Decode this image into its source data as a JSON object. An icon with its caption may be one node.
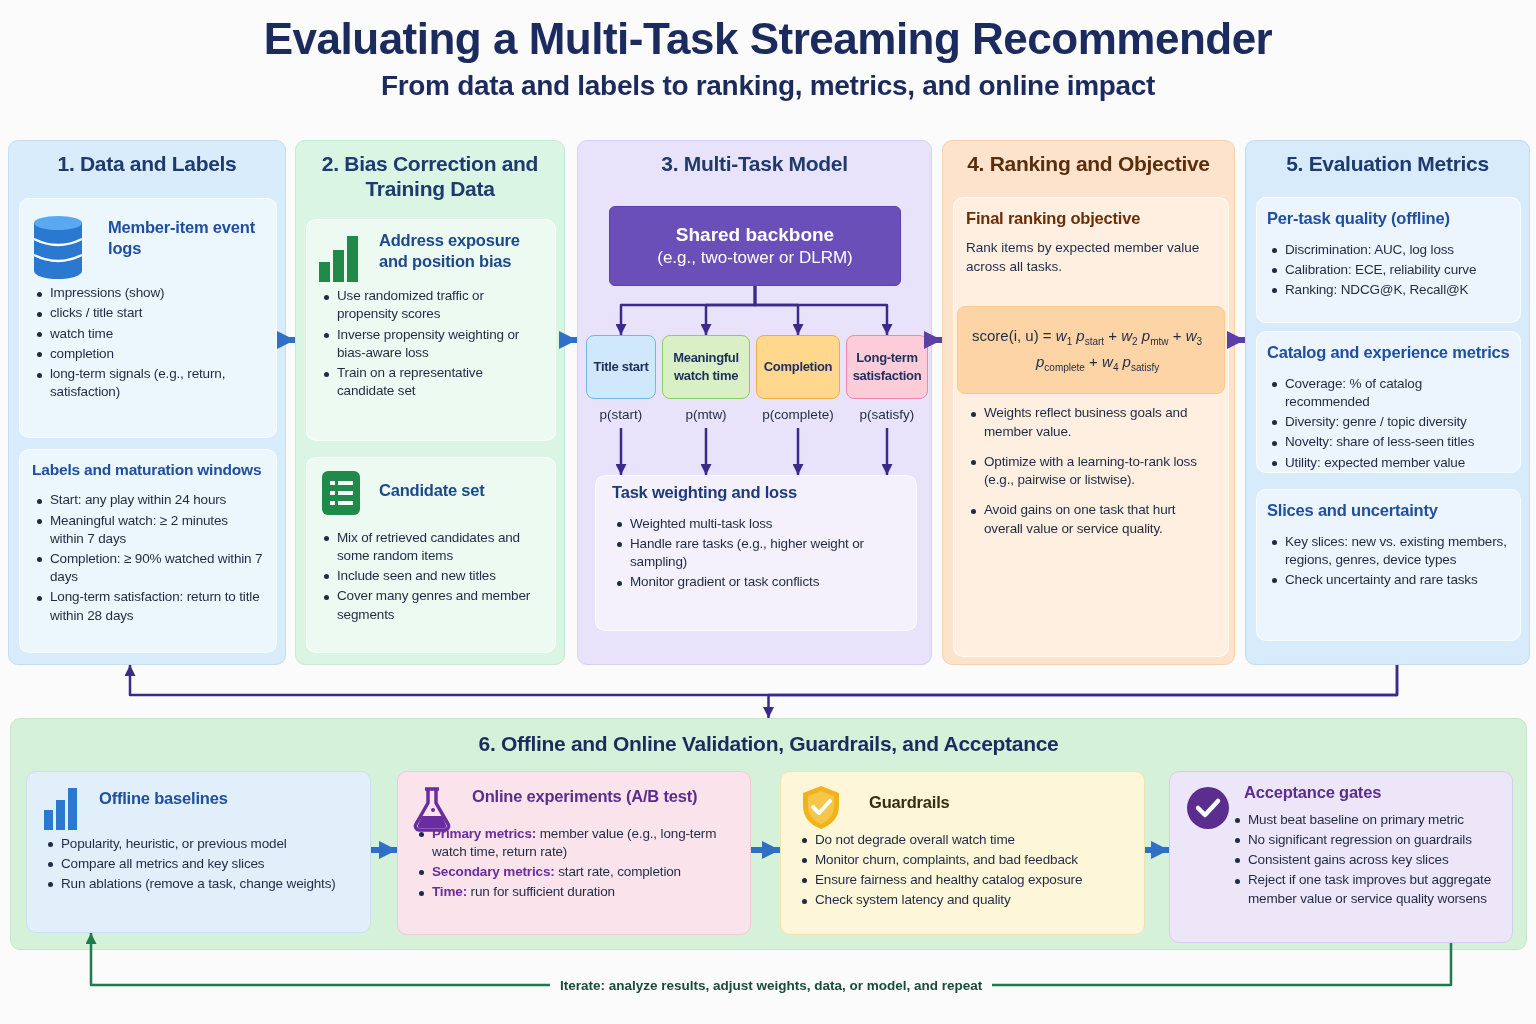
{
  "diagram": {
    "title": "Evaluating a Multi-Task Streaming Recommender",
    "caption": "From data and labels to ranking, metrics, and online impact",
    "nodes": [
      {
        "text": [
          "1. Data and Labels"
        ]
      },
      {
        "text": [
          "Member-item event logs",
          "Impressions (show)",
          "clicks / title start",
          "watch time",
          "completion",
          "long-term signals (e.g., return, satisfaction)"
        ],
        "in": 0
      },
      {
        "text": [
          "Labels and maturation windows",
          "Start: any play within 24 hours",
          "Meaningful watch: ≥ 2 minutes within 7 days",
          "Completion: ≥ 90% watched within 7 days",
          "Long-term satisfaction: return to title within 28 days"
        ],
        "in": 0
      },
      {
        "text": [
          "2. Bias Correction and Training Data"
        ]
      },
      {
        "text": [
          "Address exposure and position bias",
          "Use randomized traffic or propensity scores",
          "Inverse propensity weighting or bias-aware loss",
          "Train on a representative candidate set"
        ],
        "in": 3
      },
      {
        "text": [
          "Candidate set",
          "Mix of retrieved candidates and some random items",
          "Include seen and new titles",
          "Cover many genres and member segments"
        ],
        "in": 3
      },
      {
        "text": [
          "3. Multi-Task Model"
        ]
      },
      {
        "text": [
          "Shared backbone",
          "(e.g., two-tower or DLRM)"
        ],
        "in": 6
      },
      {
        "text": [
          "Title start"
        ],
        "beside": [
          "p(start)"
        ],
        "in": 6
      },
      {
        "text": [
          "Meaningful watch time"
        ],
        "beside": [
          "p(mtw)"
        ],
        "in": 6
      },
      {
        "text": [
          "Completion"
        ],
        "beside": [
          "p(complete)"
        ],
        "in": 6
      },
      {
        "text": [
          "Long-term satisfaction"
        ],
        "beside": [
          "p(satisfy)"
        ],
        "in": 6
      },
      {
        "text": [
          "Task weighting and loss",
          "Weighted multi-task loss",
          "Handle rare tasks (e.g., higher weight or sampling)",
          "Monitor gradient or task conflicts"
        ],
        "in": 6
      },
      {
        "text": [
          "4. Ranking and Objective"
        ]
      },
      {
        "text": [
          "Final ranking objective",
          "Rank items by expected member value across all tasks.",
          "Weights reflect business goals and member value.",
          "Optimize with a learning-to-rank loss (e.g., pairwise or listwise).",
          "Avoid gains on one task that hurt overall value or service quality."
        ],
        "in": 13
      },
      {
        "text": [
          "score(i, u) = *w*$_{1}$ *p*$_{start}$ + *w*$_{2}$ *p*$_{mtw}$ + *w*$_{3}$ *p*$_{complete}$ + *w*$_{4}$ *p*$_{satisfy}$"
        ],
        "in": 14
      },
      {
        "text": [
          "5. Evaluation Metrics"
        ]
      },
      {
        "text": [
          "Per-task quality (offline)",
          "Discrimination: AUC, log loss",
          "Calibration: ECE, reliability curve",
          "Ranking: NDCG@K, Recall@K"
        ],
        "in": 16
      },
      {
        "text": [
          "Catalog and experience metrics",
          "Coverage: % of catalog recommended",
          "Diversity: genre / topic diversity",
          "Novelty: share of less-seen titles",
          "Utility: expected member value"
        ],
        "in": 16
      },
      {
        "text": [
          "Slices and uncertainty",
          "Key slices: new vs. existing members, regions, genres, device types",
          "Check uncertainty and rare tasks"
        ],
        "in": 16
      },
      {
        "text": [
          "6. Offline and Online Validation, Guardrails, and Acceptance"
        ]
      },
      {
        "text": [
          "Offline baselines",
          "Popularity, heuristic, or previous model",
          "Compare all metrics and key slices",
          "Run ablations (remove a task, change weights)"
        ],
        "in": 20
      },
      {
        "text": [
          "Online experiments (A/B test)",
          "**Primary metrics:** member value (e.g., long-term watch time, return rate)",
          "**Secondary metrics:** start rate, completion",
          "**Time:** run for sufficient duration"
        ],
        "in": 20
      },
      {
        "text": [
          "Guardrails",
          "Do not degrade overall watch time",
          "Monitor churn, complaints, and bad feedback",
          "Ensure fairness and healthy catalog exposure",
          "Check system latency and quality"
        ],
        "in": 20
      },
      {
        "text": [
          "Acceptance gates",
          "Must beat baseline on primary metric",
          "No significant regression on guardrails",
          "Consistent gains across key slices",
          "Reject if one task improves but aggregate member value or service quality worsens"
        ],
        "in": 20
      }
    ],
    "edges": [
      {
        "from": 0,
        "to": 3,
        "arrow": "to",
        "style": "thick",
        "color": "#2f6fc6"
      },
      {
        "from": 3,
        "to": 6,
        "arrow": "to",
        "style": "thick",
        "color": "#2f6fc6"
      },
      {
        "from": 6,
        "to": 13,
        "arrow": "to",
        "style": "thick",
        "color": "#5b3ea6"
      },
      {
        "from": 13,
        "to": 16,
        "arrow": "to",
        "style": "thick",
        "color": "#5b3ea6"
      },
      {
        "from": 7,
        "to": 8,
        "arrow": "to"
      },
      {
        "from": 7,
        "to": 9,
        "arrow": "to"
      },
      {
        "from": 7,
        "to": 10,
        "arrow": "to"
      },
      {
        "from": 7,
        "to": 11,
        "arrow": "to"
      },
      {
        "from": 8,
        "to": 12,
        "arrow": "to"
      },
      {
        "from": 9,
        "to": 12,
        "arrow": "to"
      },
      {
        "from": 10,
        "to": 12,
        "arrow": "to"
      },
      {
        "from": 11,
        "to": 12,
        "arrow": "to"
      },
      {
        "from": 16,
        "to": 0,
        "arrow": "to"
      },
      {
        "from": 16,
        "to": 20,
        "arrow": "to"
      },
      {
        "from": 21,
        "to": 22,
        "arrow": "to",
        "style": "thick",
        "color": "#2f6fc6"
      },
      {
        "from": 22,
        "to": 23,
        "arrow": "to",
        "style": "thick",
        "color": "#2f6fc6"
      },
      {
        "from": 23,
        "to": 24,
        "arrow": "to",
        "style": "thick",
        "color": "#2f6fc6"
      },
      {
        "from": 24,
        "to": 21,
        "arrow": "to",
        "label": "Iterate: analyze results, adjust weights, data, or model, and repeat",
        "color": "#1f7a4f"
      }
    ]
  }
}
